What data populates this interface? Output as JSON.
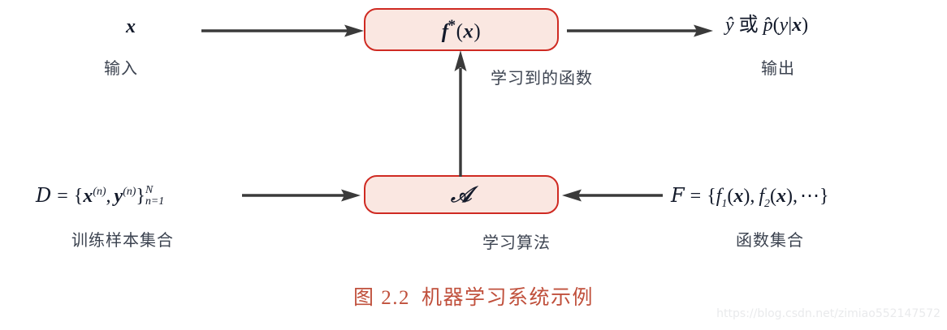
{
  "figure": {
    "caption_number": "图 2.2",
    "caption_title": "机器学习系统示例",
    "caption_color": "#c0503c",
    "background": "#ffffff"
  },
  "palette": {
    "box_fill": "#fae7e1",
    "box_border": "#cf2a22",
    "arrow": "#3a3a3a",
    "math_text": "#131a2a",
    "label_text": "#3c4350",
    "watermark": "#e9eaec"
  },
  "nodes": {
    "function_box": {
      "glyph_f": "f",
      "glyph_star": "*",
      "glyph_args": "(x)",
      "plain": "f*(x)"
    },
    "algorithm_box": {
      "glyph": "𝒜",
      "plain": "A"
    }
  },
  "terms": {
    "input": {
      "symbol": "x",
      "label": "输入"
    },
    "output": {
      "symbol_yhat": "ŷ",
      "symbol_or": "或",
      "symbol_phat": "p̂",
      "symbol_args": "(y|x)",
      "plain": "ŷ 或 p̂(y|x)",
      "label": "输出"
    },
    "dataset": {
      "symbol_cal": "D",
      "symbol_eq": "=",
      "symbol_open": "{",
      "symbol_x": "x",
      "symbol_x_sup": "(n)",
      "symbol_comma": ",",
      "symbol_y": "y",
      "symbol_y_sup": "(n)",
      "symbol_close": "}",
      "symbol_sup_N": "N",
      "symbol_sub_n1": "n=1",
      "plain": "D = {x^(n), y^(n)}_{n=1}^{N}",
      "label": "训练样本集合"
    },
    "function_set": {
      "symbol_cal": "F",
      "symbol_eq": "=",
      "symbol_open": "{",
      "symbol_f1": "f",
      "symbol_f1_sub": "1",
      "symbol_f1_args": "(x)",
      "symbol_comma1": ",",
      "symbol_f2": "f",
      "symbol_f2_sub": "2",
      "symbol_f2_args": "(x)",
      "symbol_comma2": ",",
      "symbol_dots": "⋯",
      "symbol_close": "}",
      "plain": "F = {f1(x), f2(x), ⋯}",
      "label": "函数集合"
    }
  },
  "edge_labels": {
    "learned_function": "学习到的函数",
    "learning_algorithm": "学习算法"
  },
  "arrows": [
    {
      "name": "input-to-function",
      "from": "x",
      "to": "f*(x)",
      "direction": "right"
    },
    {
      "name": "function-to-output",
      "from": "f*(x)",
      "to": "ŷ",
      "direction": "right"
    },
    {
      "name": "dataset-to-algorithm",
      "from": "D",
      "to": "A",
      "direction": "right"
    },
    {
      "name": "functionset-to-algorithm",
      "from": "F",
      "to": "A",
      "direction": "left"
    },
    {
      "name": "algorithm-to-function",
      "from": "A",
      "to": "f*(x)",
      "direction": "up"
    }
  ],
  "watermark": {
    "text": "https://blog.csdn.net/zimiao552147572"
  }
}
